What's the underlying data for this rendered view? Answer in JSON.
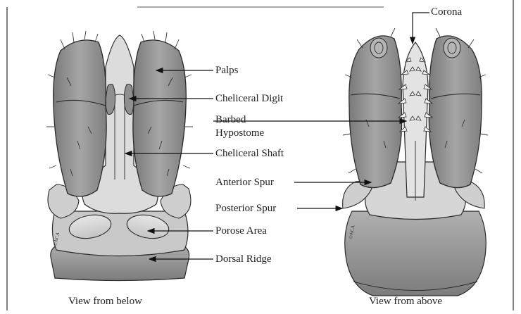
{
  "diagram": {
    "labels": {
      "corona": "Corona",
      "palps": "Palps",
      "cheliceral_digit": "Cheliceral Digit",
      "barbed_line1": "Barbed",
      "barbed_line2": "Hypostome",
      "cheliceral_shaft": "Cheliceral Shaft",
      "anterior_spur": "Anterior Spur",
      "posterior_spur": "Posterior Spur",
      "porose_area": "Porose Area",
      "dorsal_ridge": "Dorsal Ridge"
    },
    "captions": {
      "left": "View from below",
      "right": "View from above"
    },
    "stamp_text": {
      "left": "©ACA",
      "right": "©ACA"
    },
    "colors": {
      "outline": "#2a2a2a",
      "palp_fill": "#8c8c8c",
      "basis_fill": "#9a9a9a",
      "light_fill": "#d9d9d9",
      "mid_fill": "#bdbdbd"
    }
  }
}
